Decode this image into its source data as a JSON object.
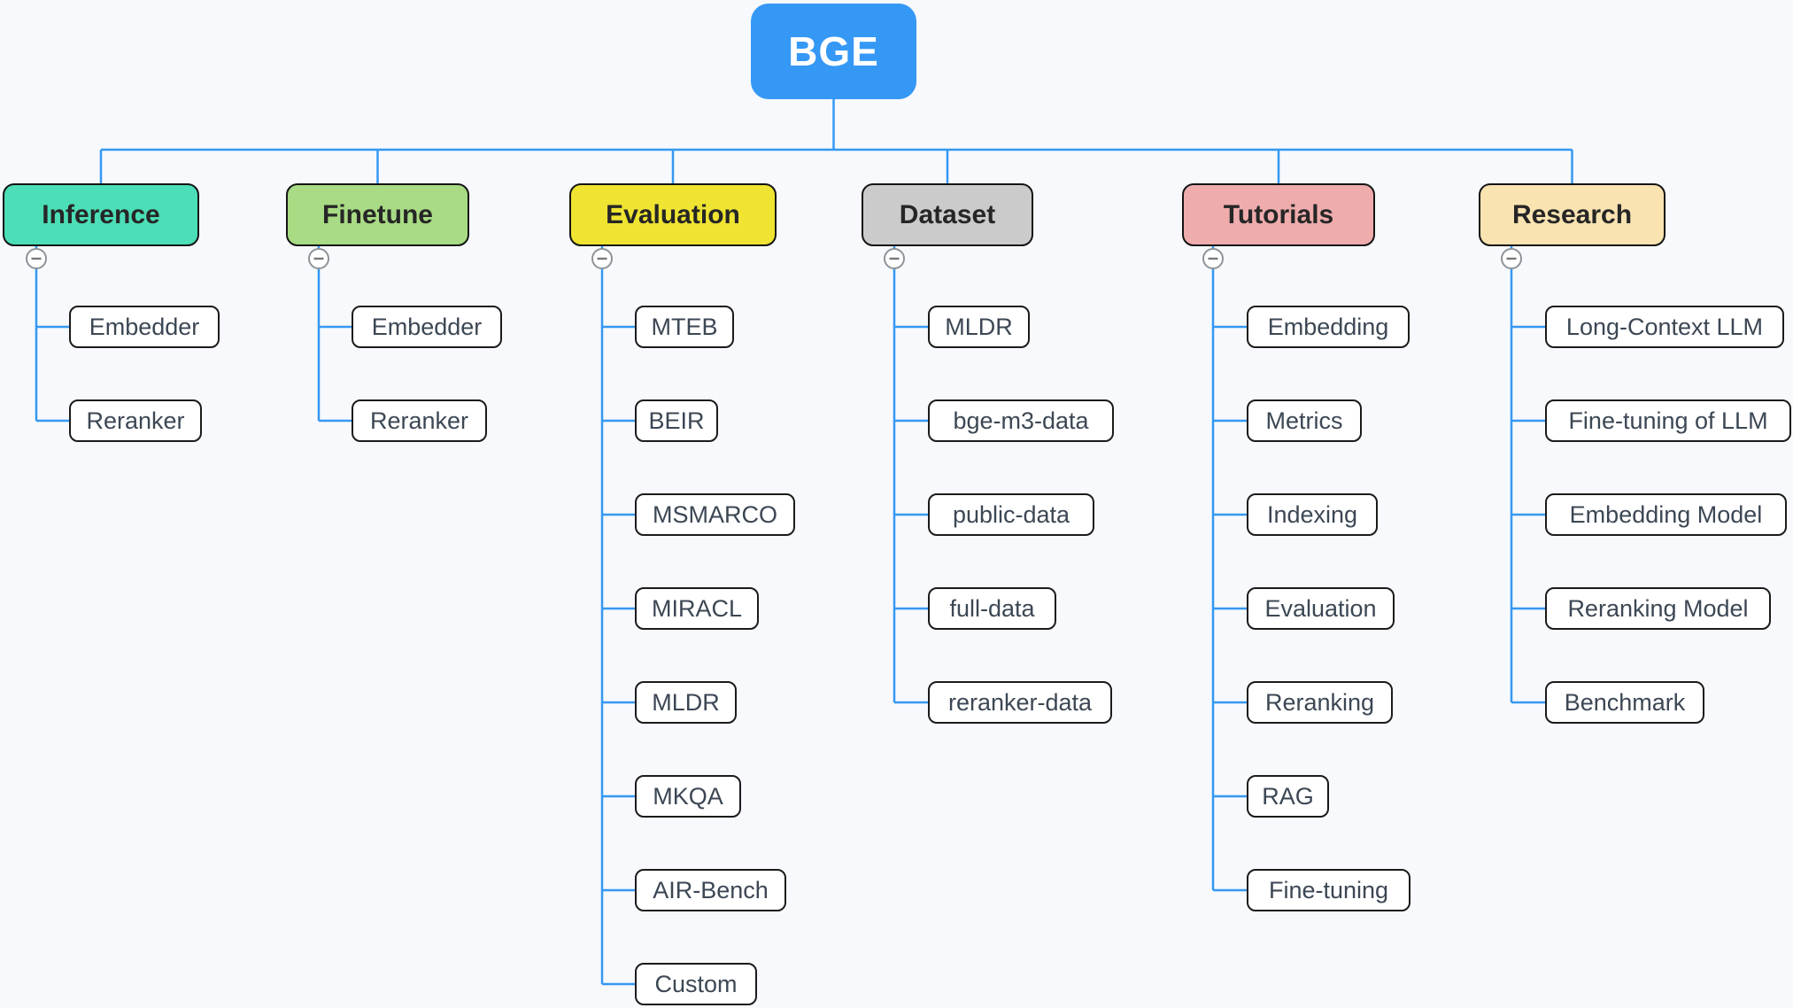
{
  "canvas": {
    "background_color": "#f7f9fc",
    "connector_color": "#3598f3",
    "collapse_icon": "minus-circle"
  },
  "root": {
    "label": "BGE",
    "color": "#3598f5",
    "text_color": "#ffffff"
  },
  "branches": [
    {
      "label": "Inference",
      "color": "#4bdeb7",
      "collapse_icon": "minus-circle",
      "children": [
        "Embedder",
        "Reranker"
      ]
    },
    {
      "label": "Finetune",
      "color": "#a8db84",
      "collapse_icon": "minus-circle",
      "children": [
        "Embedder",
        "Reranker"
      ]
    },
    {
      "label": "Evaluation",
      "color": "#efe431",
      "collapse_icon": "minus-circle",
      "children": [
        "MTEB",
        "BEIR",
        "MSMARCO",
        "MIRACL",
        "MLDR",
        "MKQA",
        "AIR-Bench",
        "Custom"
      ]
    },
    {
      "label": "Dataset",
      "color": "#cbcbcb",
      "collapse_icon": "minus-circle",
      "children": [
        "MLDR",
        "bge-m3-data",
        "public-data",
        "full-data",
        "reranker-data"
      ]
    },
    {
      "label": "Tutorials",
      "color": "#efacad",
      "collapse_icon": "minus-circle",
      "children": [
        "Embedding",
        "Metrics",
        "Indexing",
        "Evaluation",
        "Reranking",
        "RAG",
        "Fine-tuning"
      ]
    },
    {
      "label": "Research",
      "color": "#f9e3b1",
      "collapse_icon": "minus-circle",
      "children": [
        "Long-Context LLM",
        "Fine-tuning of LLM",
        "Embedding Model",
        "Reranking Model",
        "Benchmark"
      ]
    }
  ]
}
